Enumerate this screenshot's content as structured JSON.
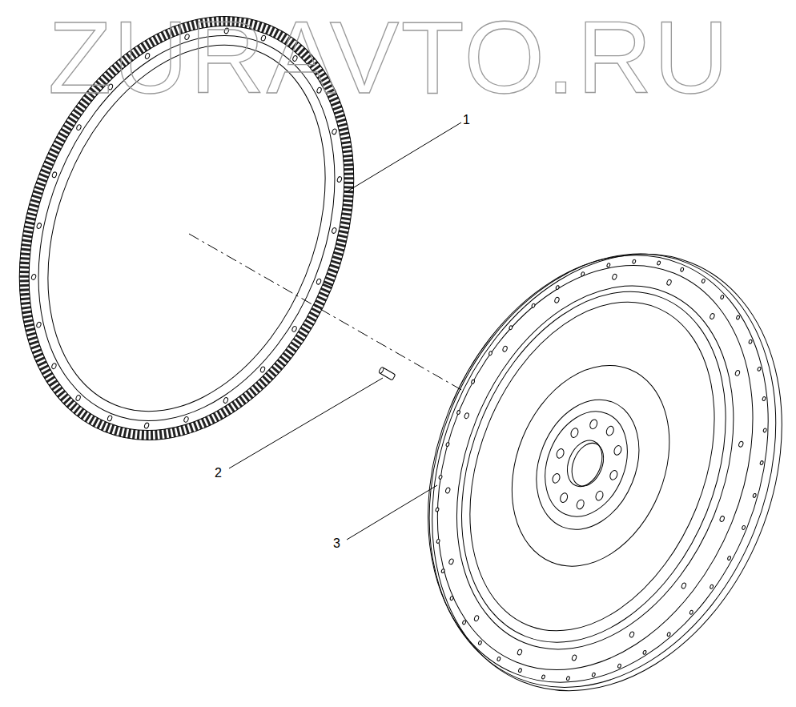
{
  "diagram": {
    "labels": [
      "ZURAVTO.RU",
      "1",
      "2",
      "3"
    ]
  }
}
